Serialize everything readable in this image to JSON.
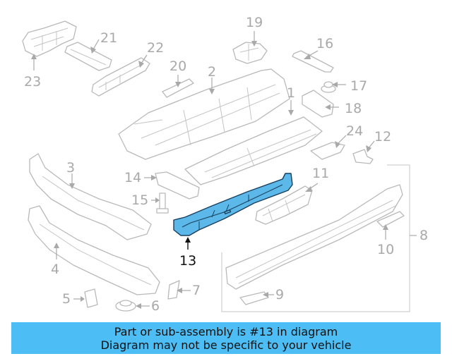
{
  "callouts": [
    "1",
    "2",
    "3",
    "4",
    "5",
    "6",
    "7",
    "8",
    "9",
    "10",
    "11",
    "12",
    "13",
    "14",
    "15",
    "16",
    "17",
    "18",
    "19",
    "20",
    "21",
    "22",
    "23",
    "24"
  ],
  "highlighted_part": "13",
  "footer": {
    "line1": "Part or sub-assembly is #13 in diagram",
    "line2": "Diagram may not be specific to your vehicle"
  },
  "colors": {
    "highlight": "#5bb8e8",
    "banner": "#4dbdf5",
    "linework": "#b9b9b9"
  }
}
